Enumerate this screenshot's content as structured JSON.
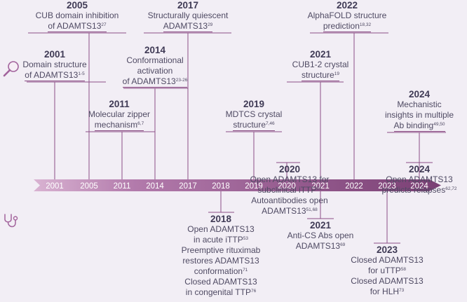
{
  "colors": {
    "accent": "#8c4f86",
    "arrow_dark": "#7a3f74",
    "background": "#f2eef5",
    "text": "#4f4a63"
  },
  "icons": {
    "research": "magnifier-icon",
    "clinical": "stethoscope-icon"
  },
  "axis": {
    "years": [
      "2001",
      "2005",
      "2011",
      "2014",
      "2017",
      "2018",
      "2019",
      "2020",
      "2021",
      "2022",
      "2023",
      "2024"
    ]
  },
  "events_top": [
    {
      "id": "e2001",
      "year": "2001",
      "lines": [
        {
          "text": "Domain structure"
        },
        {
          "text": "of ADAMTS13",
          "ref": "1-5"
        }
      ]
    },
    {
      "id": "e2005",
      "year": "2005",
      "lines": [
        {
          "text": "CUB domain inhibition"
        },
        {
          "text": "of ADAMTS13",
          "ref": "27"
        }
      ]
    },
    {
      "id": "e2011",
      "year": "2011",
      "lines": [
        {
          "text": "Molecular zipper"
        },
        {
          "text": "mechanism",
          "ref": "6,7"
        }
      ]
    },
    {
      "id": "e2014",
      "year": "2014",
      "lines": [
        {
          "text": "Conformational"
        },
        {
          "text": "activation"
        },
        {
          "text": "of ADAMTS13",
          "ref": "23-26"
        }
      ]
    },
    {
      "id": "e2017",
      "year": "2017",
      "lines": [
        {
          "text": "Structurally quiescent"
        },
        {
          "text": "ADAMTS13",
          "ref": "29"
        }
      ]
    },
    {
      "id": "e2019",
      "year": "2019",
      "lines": [
        {
          "text": "MDTCS crystal"
        },
        {
          "text": "structure",
          "ref": "7,46"
        }
      ]
    },
    {
      "id": "e2021t",
      "year": "2021",
      "lines": [
        {
          "text": "CUB1-2 crystal"
        },
        {
          "text": "structure",
          "ref": "19"
        }
      ]
    },
    {
      "id": "e2022",
      "year": "2022",
      "lines": [
        {
          "text": "AlphaFOLD structure"
        },
        {
          "text": "prediction",
          "ref": "18,32"
        }
      ]
    },
    {
      "id": "e2024t",
      "year": "2024",
      "lines": [
        {
          "text": "Mechanistic"
        },
        {
          "text": "insights in multiple"
        },
        {
          "text": "Ab binding",
          "ref": "49,50"
        }
      ]
    }
  ],
  "events_bottom": [
    {
      "id": "e2018",
      "year": "2018",
      "lines": [
        {
          "text": "Open ADAMTS13"
        },
        {
          "text": "in acute iTTP",
          "ref": "53"
        },
        {
          "text": "Preemptive rituximab"
        },
        {
          "text": "restores ADAMTS13"
        },
        {
          "text": "conformation",
          "ref": "71"
        },
        {
          "text": "Closed ADAMTS13"
        },
        {
          "text": "in congenital TTP",
          "ref": "76"
        }
      ]
    },
    {
      "id": "e2020",
      "year": "2020",
      "lines": [
        {
          "text": "Open ADAMTS13 for"
        },
        {
          "text": "subclinical iTTP",
          "ref": "51"
        },
        {
          "text": "Autoantibodies open"
        },
        {
          "text": "ADAMTS13",
          "ref": "51,68"
        }
      ]
    },
    {
      "id": "e2021b",
      "year": "2021",
      "lines": [
        {
          "text": "Anti-CS Abs open"
        },
        {
          "text": "ADAMTS13",
          "ref": "69"
        }
      ]
    },
    {
      "id": "e2023",
      "year": "2023",
      "lines": [
        {
          "text": "Closed ADAMTS13"
        },
        {
          "text": "for uTTP",
          "ref": "58"
        },
        {
          "text": "Closed ADAMTS13"
        },
        {
          "text": "for HLH",
          "ref": "73"
        }
      ]
    },
    {
      "id": "e2024b",
      "year": "2024",
      "lines": [
        {
          "text": "Open ADAMTS13"
        },
        {
          "text": "predicts relapses",
          "ref": "62,72"
        }
      ]
    }
  ]
}
